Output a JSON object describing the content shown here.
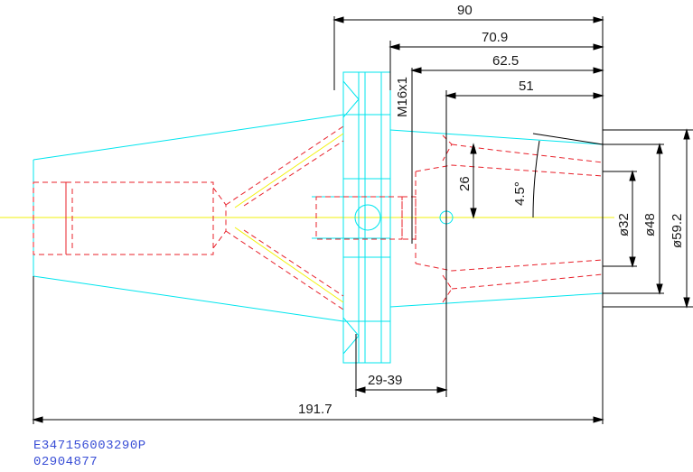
{
  "drawing": {
    "dimensions": {
      "overall_length": "90",
      "length_2": "70.9",
      "length_3": "62.5",
      "length_4": "51",
      "total_length": "191.7",
      "range": "29-39",
      "thread": "M16x1",
      "depth": "26",
      "angle": "4.5°",
      "dia_small": "ø32",
      "dia_mid": "ø48",
      "dia_large": "ø59.2"
    },
    "colors": {
      "outline": "#00e5ee",
      "hidden": "#e8202a",
      "centerline": "#f2f20a",
      "dimension": "#000000",
      "code_text": "#3a4fd6"
    }
  },
  "footer": {
    "part_number": "E347156003290P",
    "serial": "02904877"
  }
}
